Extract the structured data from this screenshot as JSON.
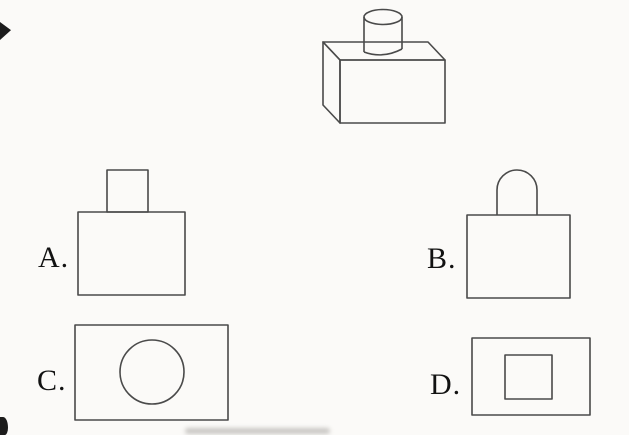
{
  "page": {
    "background": "#fbfaf8",
    "line_color": "#4a4a4a",
    "text_color": "#121212"
  },
  "question_figure": {
    "name": "cube-with-cylinder-on-top",
    "description": "3D solid shown in oblique view: a small cylinder standing upright on top of a cube"
  },
  "options": [
    {
      "label": "A.",
      "shape": "rectangle-with-small-square-tab-on-top"
    },
    {
      "label": "B.",
      "shape": "rectangle-with-round-topped-tab-on-top"
    },
    {
      "label": "C.",
      "shape": "rectangle-containing-circle"
    },
    {
      "label": "D.",
      "shape": "rectangle-containing-square"
    }
  ]
}
